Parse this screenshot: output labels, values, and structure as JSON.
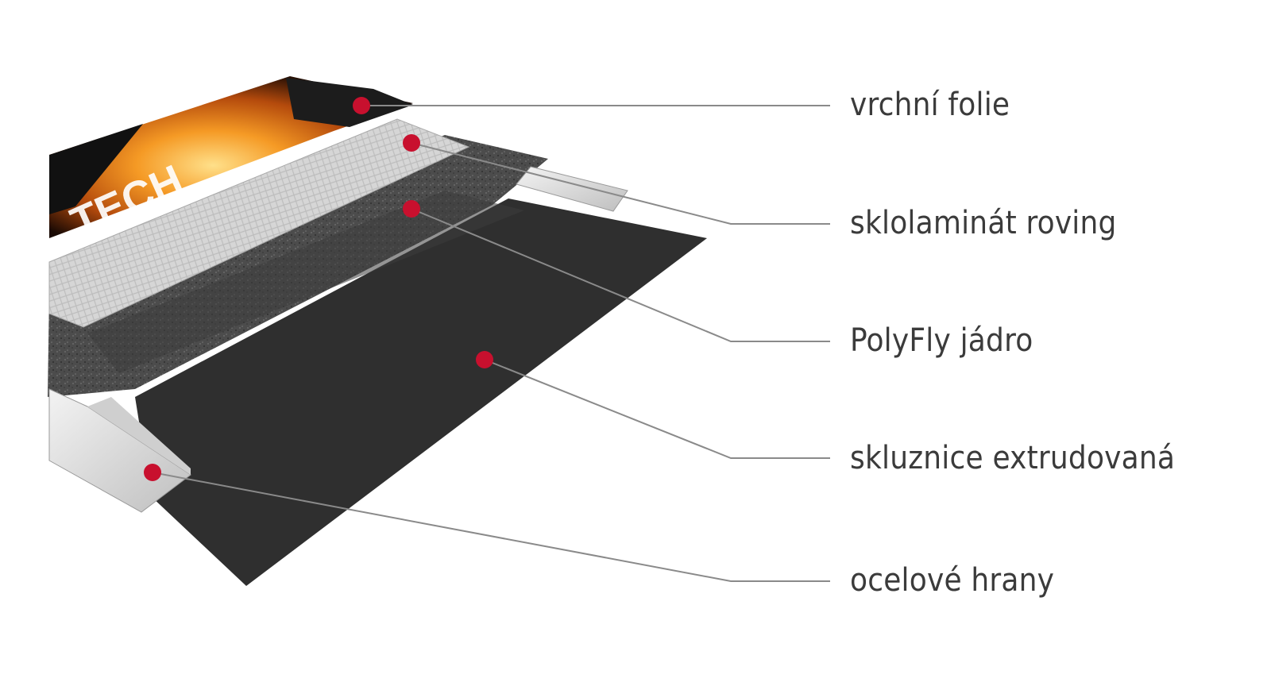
{
  "colors": {
    "marker": "#c8102e",
    "leader_line": "#8a8a8a",
    "label_text": "#3b3b3b",
    "base_layer": "#303030",
    "core_layer": "#4a4a4a",
    "fiberglass": "#d2d2d2",
    "steel_edge": "#e0e0e0",
    "top_sheet_fire": "#f08a1e"
  },
  "top_sheet_lettering": "TECH",
  "layers": [
    {
      "id": "top-sheet",
      "label": "vrchní folie"
    },
    {
      "id": "fiberglass",
      "label": "sklolaminát roving"
    },
    {
      "id": "core",
      "label": "PolyFly jádro"
    },
    {
      "id": "base",
      "label": "skluznice extrudovaná"
    },
    {
      "id": "edges",
      "label": "ocelové hrany"
    }
  ]
}
